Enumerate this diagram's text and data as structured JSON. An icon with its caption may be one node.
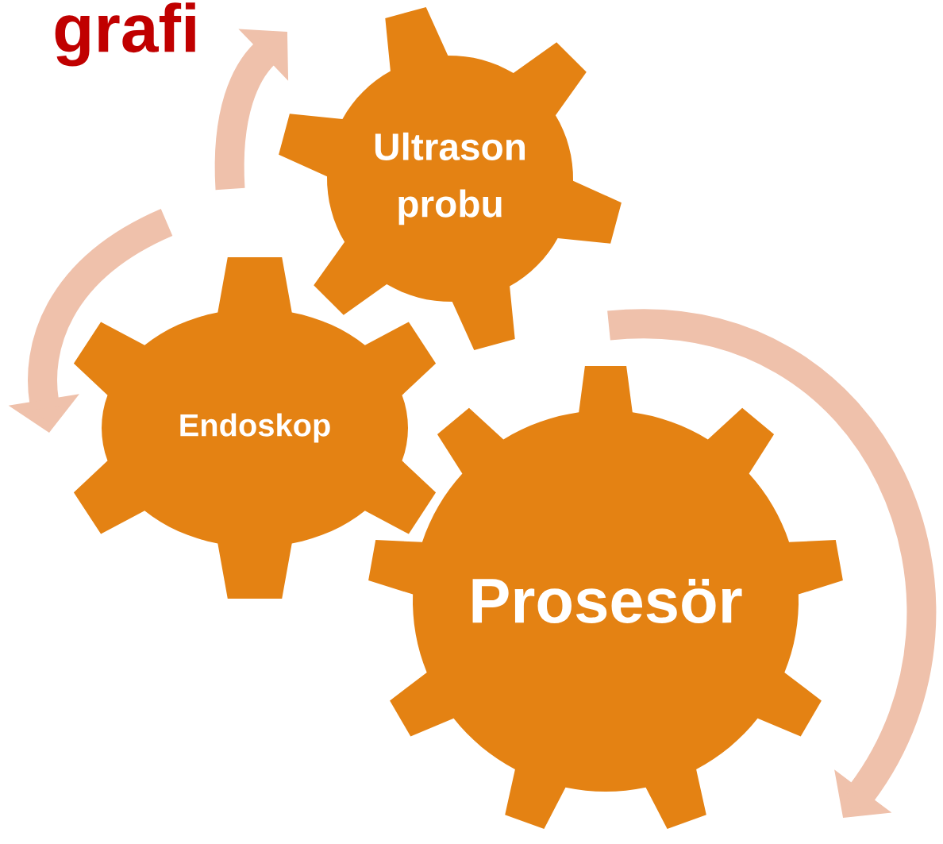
{
  "diagram": {
    "title": "grafi",
    "nodes": [
      {
        "text": [
          "Ultrason probu"
        ]
      },
      {
        "text": [
          "Endoskop"
        ]
      },
      {
        "text": [
          "Prosesör"
        ]
      }
    ]
  }
}
